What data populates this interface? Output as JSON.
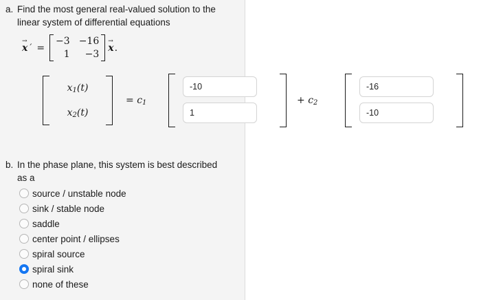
{
  "layout": {
    "left_panel_bg": "#f4f4f4",
    "right_panel_bg": "#ffffff",
    "divider_color": "#dcdcdc",
    "accent_color": "#1476f2"
  },
  "question_a": {
    "marker": "a.",
    "line1": "Find the most general real-valued solution to the",
    "line2": "linear system of differential equations",
    "equation": {
      "lhs_vector": "x",
      "prime": "′",
      "equals": "=",
      "matrix": [
        [
          "−3",
          "−16"
        ],
        [
          "1",
          "−3"
        ]
      ],
      "trailing_vector": "x",
      "trailing_punct": "."
    },
    "solution": {
      "state_vector": [
        "x₁(t)",
        "x₂(t)"
      ],
      "state_entries": [
        {
          "base": "x",
          "sub": "1",
          "arg": "(t)"
        },
        {
          "base": "x",
          "sub": "2",
          "arg": "(t)"
        }
      ],
      "equals_c1": "=",
      "c1_label": "c",
      "c1_sub": "1",
      "plus_c2": "+",
      "c2_label": "c",
      "c2_sub": "2",
      "first_vector_inputs": [
        {
          "name": "eigvec1-row1",
          "value": "-10",
          "placeholder": ""
        },
        {
          "name": "eigvec1-row2",
          "value": "1",
          "placeholder": ""
        }
      ],
      "second_vector_inputs": [
        {
          "name": "eigvec2-row1",
          "value": "-16",
          "placeholder": ""
        },
        {
          "name": "eigvec2-row2",
          "value": "-10",
          "placeholder": ""
        }
      ]
    }
  },
  "question_b": {
    "marker": "b.",
    "line1": "In the phase plane, this system is best described",
    "line2": "as a",
    "choices": [
      {
        "label": "source / unstable node",
        "selected": false
      },
      {
        "label": "sink / stable node",
        "selected": false
      },
      {
        "label": "saddle",
        "selected": false
      },
      {
        "label": "center point / ellipses",
        "selected": false
      },
      {
        "label": "spiral source",
        "selected": false
      },
      {
        "label": "spiral sink",
        "selected": true
      },
      {
        "label": "none of these",
        "selected": false
      }
    ],
    "selected_index": 5
  }
}
